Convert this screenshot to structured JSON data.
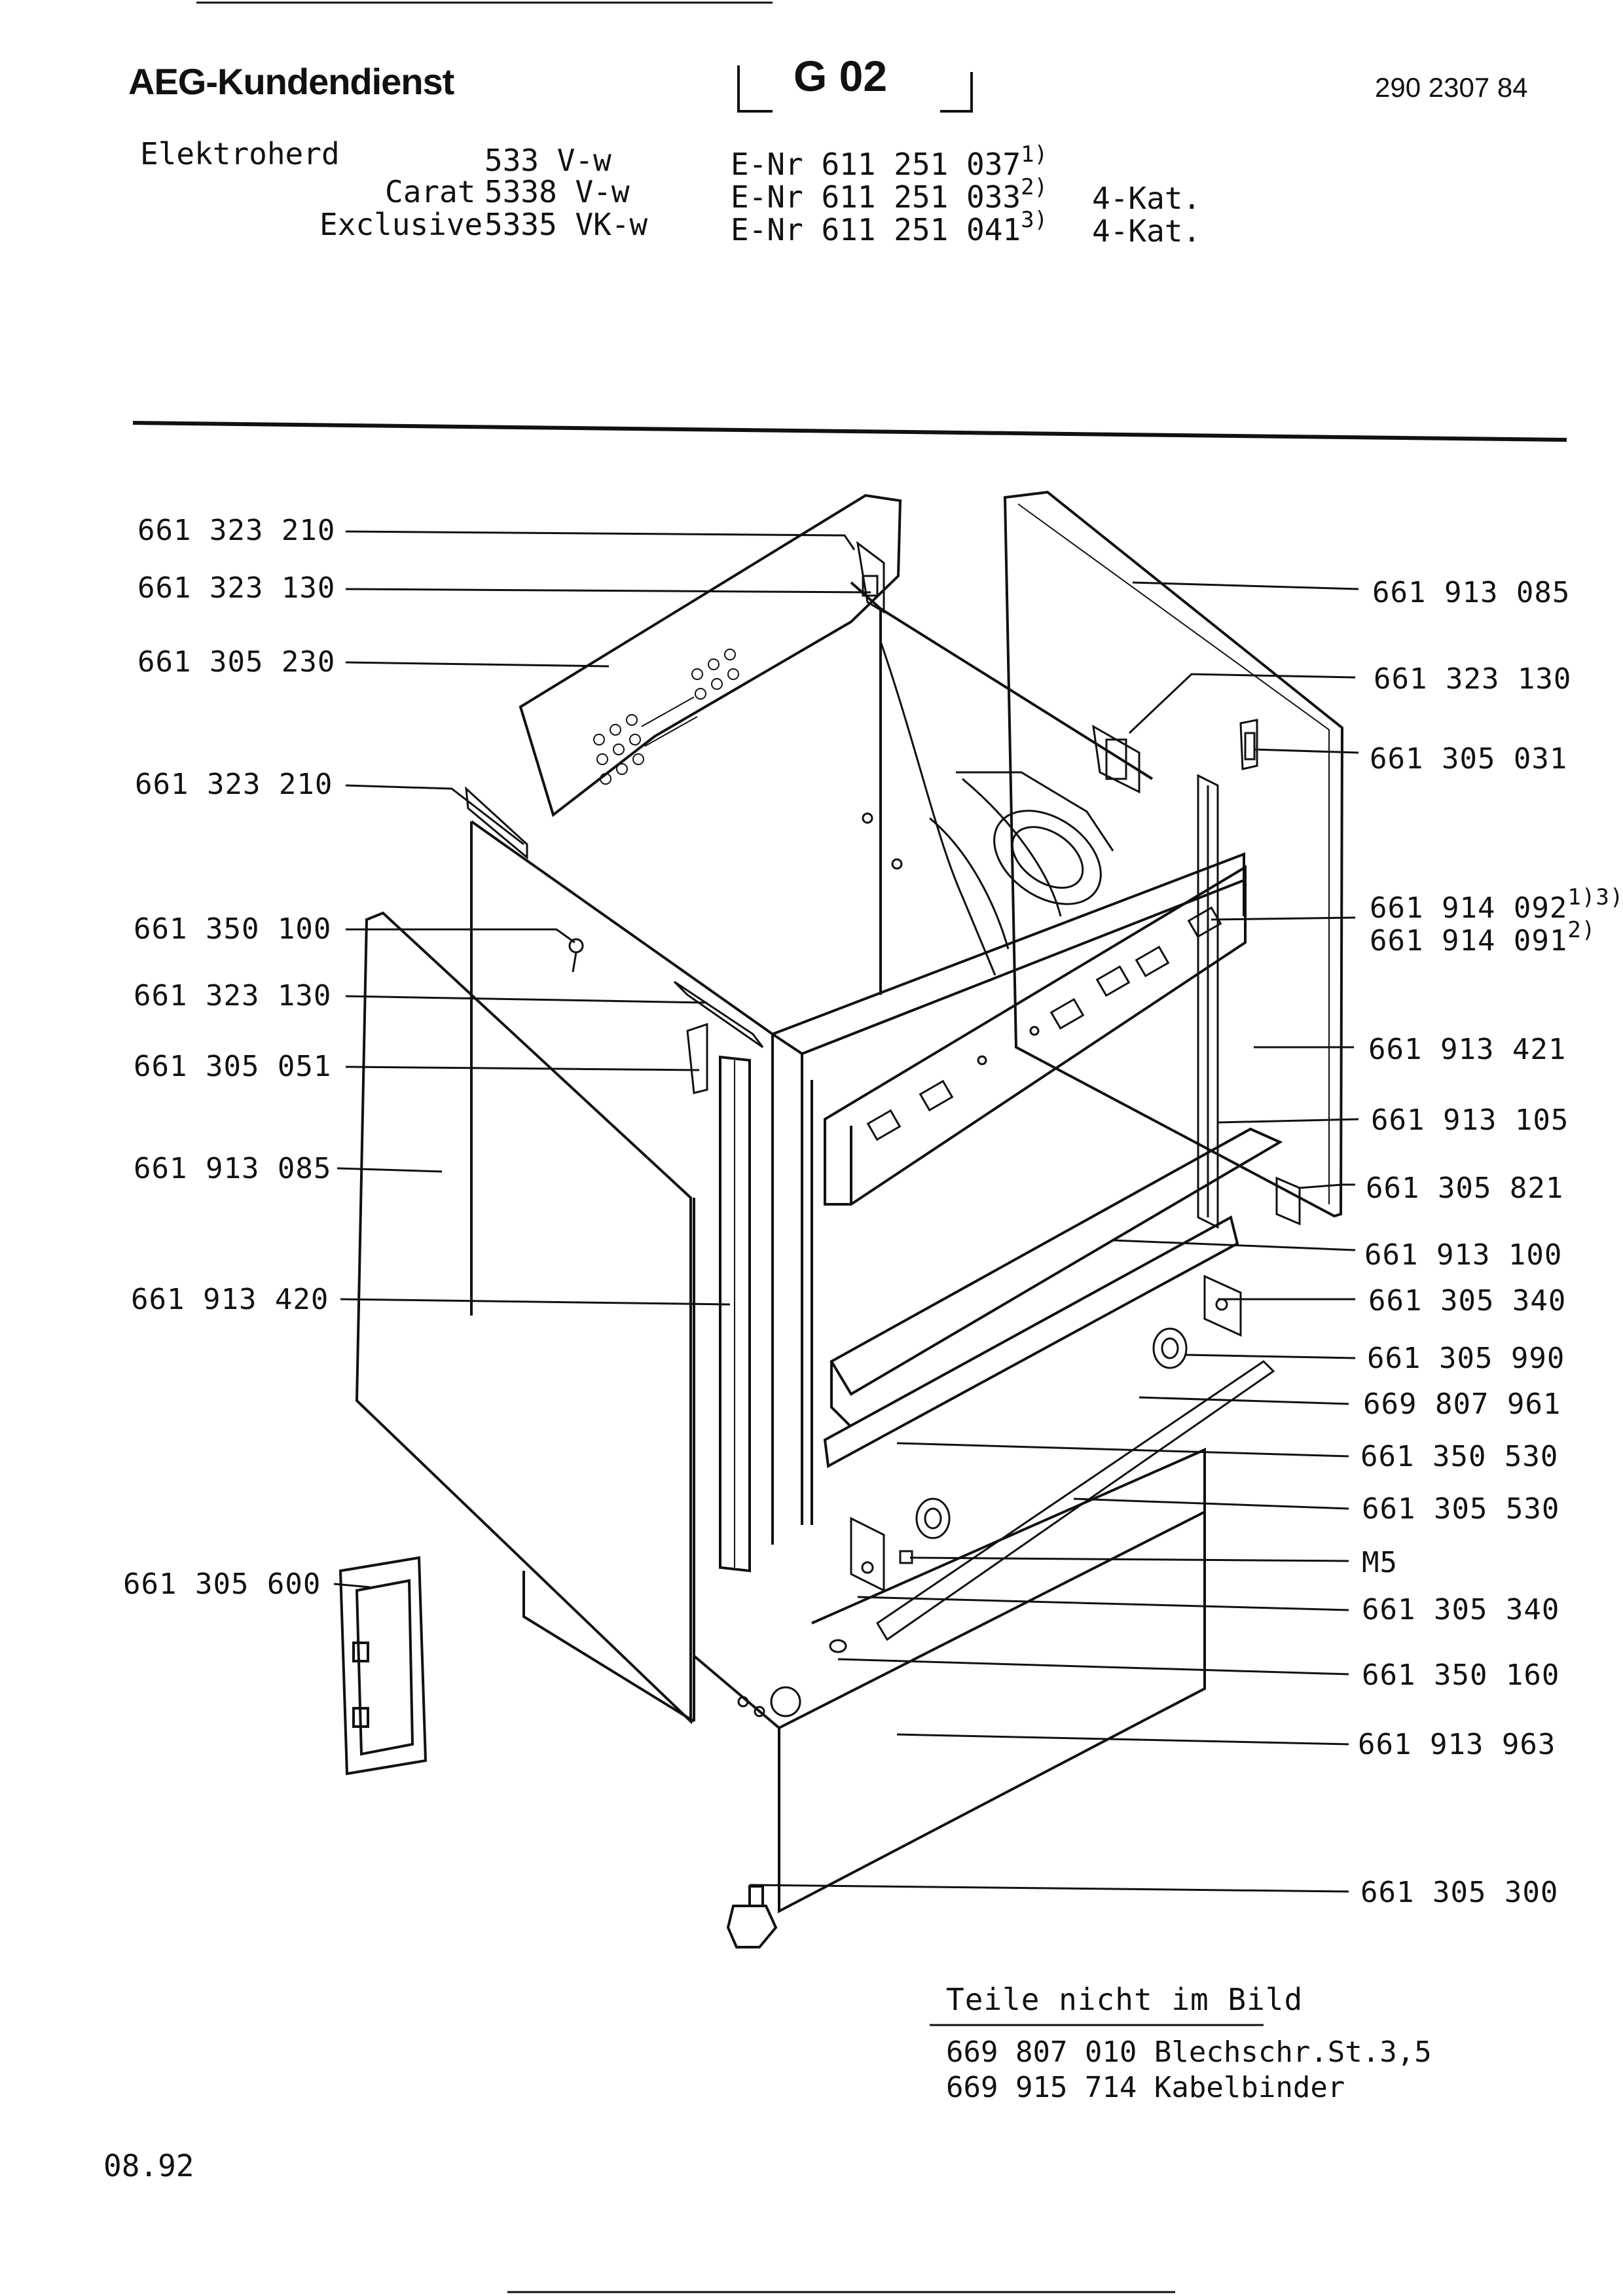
{
  "header": {
    "brand": "AEG-Kundendienst",
    "section_code": "G 02",
    "document_number": "290 2307 84"
  },
  "models": [
    {
      "product": "Elektroherd",
      "line": "",
      "model": "533 V-w",
      "enr": "E-Nr 611 251 037",
      "note": "1)",
      "category": ""
    },
    {
      "product": "",
      "line": "Carat",
      "model": "5338 V-w",
      "enr": "E-Nr 611 251 033",
      "note": "2)",
      "category": "4-Kat."
    },
    {
      "product": "",
      "line": "Exclusive",
      "model": "5335 VK-w",
      "enr": "E-Nr 611 251 041",
      "note": "3)",
      "category": "4-Kat."
    }
  ],
  "left_labels": [
    "661 323 210",
    "661 323 130",
    "661 305 230",
    "661 323 210",
    "661 350 100",
    "661 323 130",
    "661 305 051",
    "661 913 085",
    "661 913 420",
    "661 305 600"
  ],
  "right_labels": [
    {
      "part": "661 913 085",
      "note": ""
    },
    {
      "part": "661 323 130",
      "note": ""
    },
    {
      "part": "661 305 031",
      "note": ""
    },
    {
      "part": "661 914 092",
      "note": "1)3)"
    },
    {
      "part": "661 914 091",
      "note": "2)"
    },
    {
      "part": "661 913 421",
      "note": ""
    },
    {
      "part": "661 913 105",
      "note": ""
    },
    {
      "part": "661 305 821",
      "note": ""
    },
    {
      "part": "661 913 100",
      "note": ""
    },
    {
      "part": "661 305 340",
      "note": ""
    },
    {
      "part": "661 305 990",
      "note": ""
    },
    {
      "part": "669 807 961",
      "note": ""
    },
    {
      "part": "661 350 530",
      "note": ""
    },
    {
      "part": "661 305 530",
      "note": ""
    },
    {
      "part": "M5",
      "note": ""
    },
    {
      "part": "661 305 340",
      "note": ""
    },
    {
      "part": "661 350 160",
      "note": ""
    },
    {
      "part": "661 913 963",
      "note": ""
    },
    {
      "part": "661 305 300",
      "note": ""
    }
  ],
  "parts_not_shown": {
    "title": "Teile nicht im Bild",
    "items": [
      {
        "part": "669 807 010",
        "description": "Blechschr.St.3,5"
      },
      {
        "part": "669 915 714",
        "description": "Kabelbinder"
      }
    ]
  },
  "footer": {
    "date": "08.92"
  }
}
